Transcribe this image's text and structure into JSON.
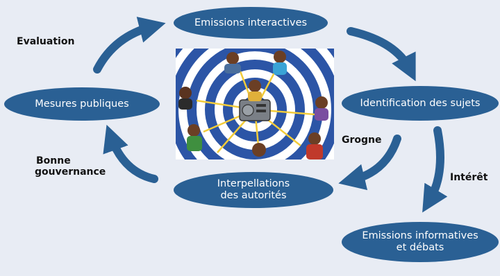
{
  "nodes": {
    "emissions_interactives": "Emissions interactives",
    "identification": "Identification des sujets",
    "mesures_publiques": "Mesures publiques",
    "interpellations": [
      "Interpellations",
      "des autorités"
    ],
    "emissions_informatives": [
      "Emissions informatives",
      "et débats"
    ]
  },
  "labels": {
    "evaluation": "Evaluation",
    "bonne_gouvernance": [
      "Bonne",
      "gouvernance"
    ],
    "grogne": "Grogne",
    "interet": "Intérêt"
  },
  "illustration": {
    "icon": "radio-listeners-illustration",
    "colors": {
      "rings_blue": "#2c55a6",
      "rings_white": "#ffffff",
      "rays": "#f2cc3a"
    }
  },
  "colors": {
    "background": "#e8ecf4",
    "node_fill": "#2a6094",
    "arrow": "#2a6094",
    "node_text": "#ffffff",
    "label_text": "#111111"
  }
}
